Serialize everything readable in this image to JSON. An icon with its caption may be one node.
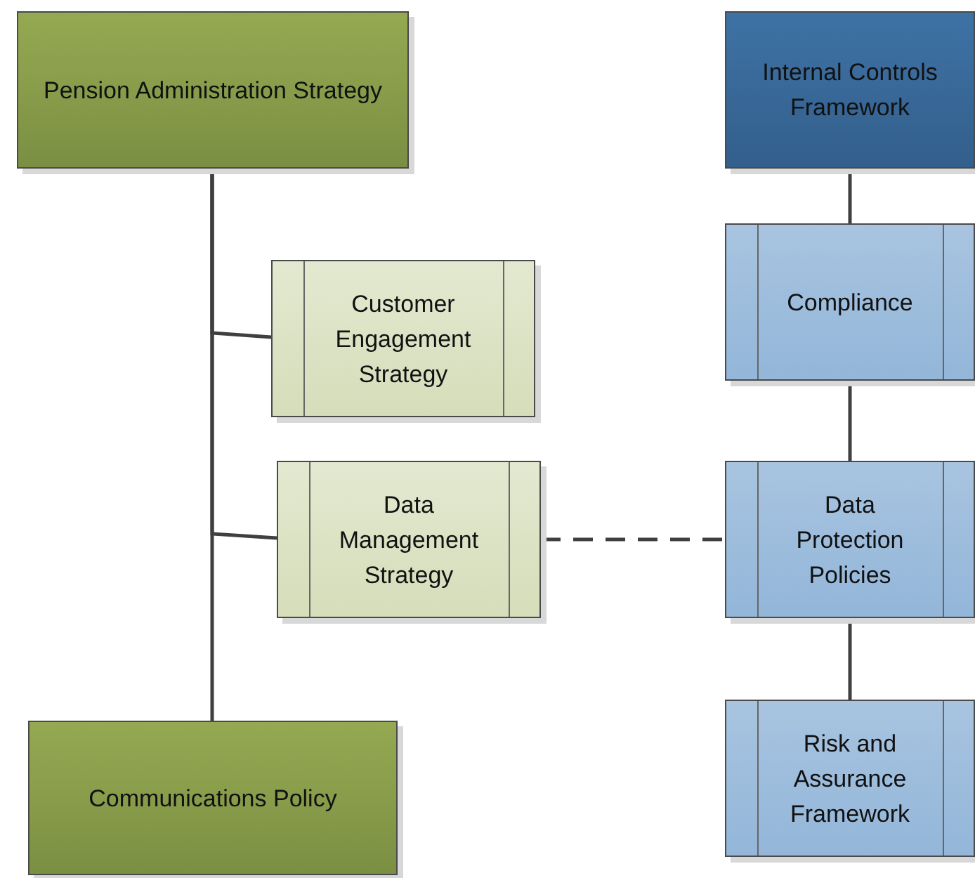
{
  "diagram": {
    "nodes": [
      {
        "text": [
          "Pension Administration Strategy"
        ]
      },
      {
        "text": [
          "Customer Engagement Strategy"
        ]
      },
      {
        "text": [
          "Data Management Strategy"
        ]
      },
      {
        "text": [
          "Communications Policy"
        ]
      },
      {
        "text": [
          "Internal Controls Framework"
        ]
      },
      {
        "text": [
          "Compliance"
        ]
      },
      {
        "text": [
          "Data Protection Policies"
        ]
      },
      {
        "text": [
          "Risk and Assurance Framework"
        ]
      }
    ],
    "edges": [
      {
        "from": 0,
        "to": 1,
        "arrow": "none"
      },
      {
        "from": 0,
        "to": 2,
        "arrow": "none"
      },
      {
        "from": 0,
        "to": 3,
        "arrow": "none"
      },
      {
        "from": 2,
        "to": 6,
        "arrow": "none",
        "style": "dashed"
      },
      {
        "from": 4,
        "to": 5,
        "arrow": "none"
      },
      {
        "from": 5,
        "to": 6,
        "arrow": "none"
      },
      {
        "from": 6,
        "to": 7,
        "arrow": "none"
      }
    ]
  }
}
